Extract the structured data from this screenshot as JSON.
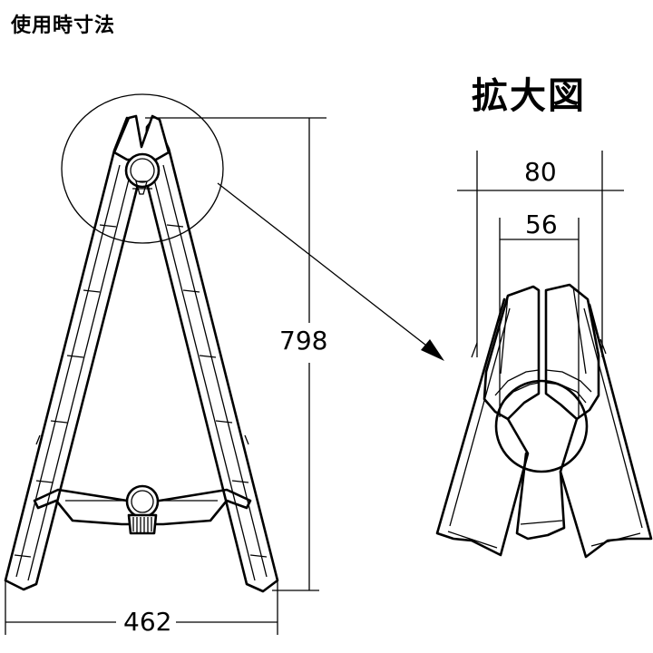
{
  "title": "使用時寸法",
  "detail_title": "拡大図",
  "dimensions": {
    "height": "798",
    "width": "462",
    "detail_outer": "80",
    "detail_inner": "56"
  }
}
